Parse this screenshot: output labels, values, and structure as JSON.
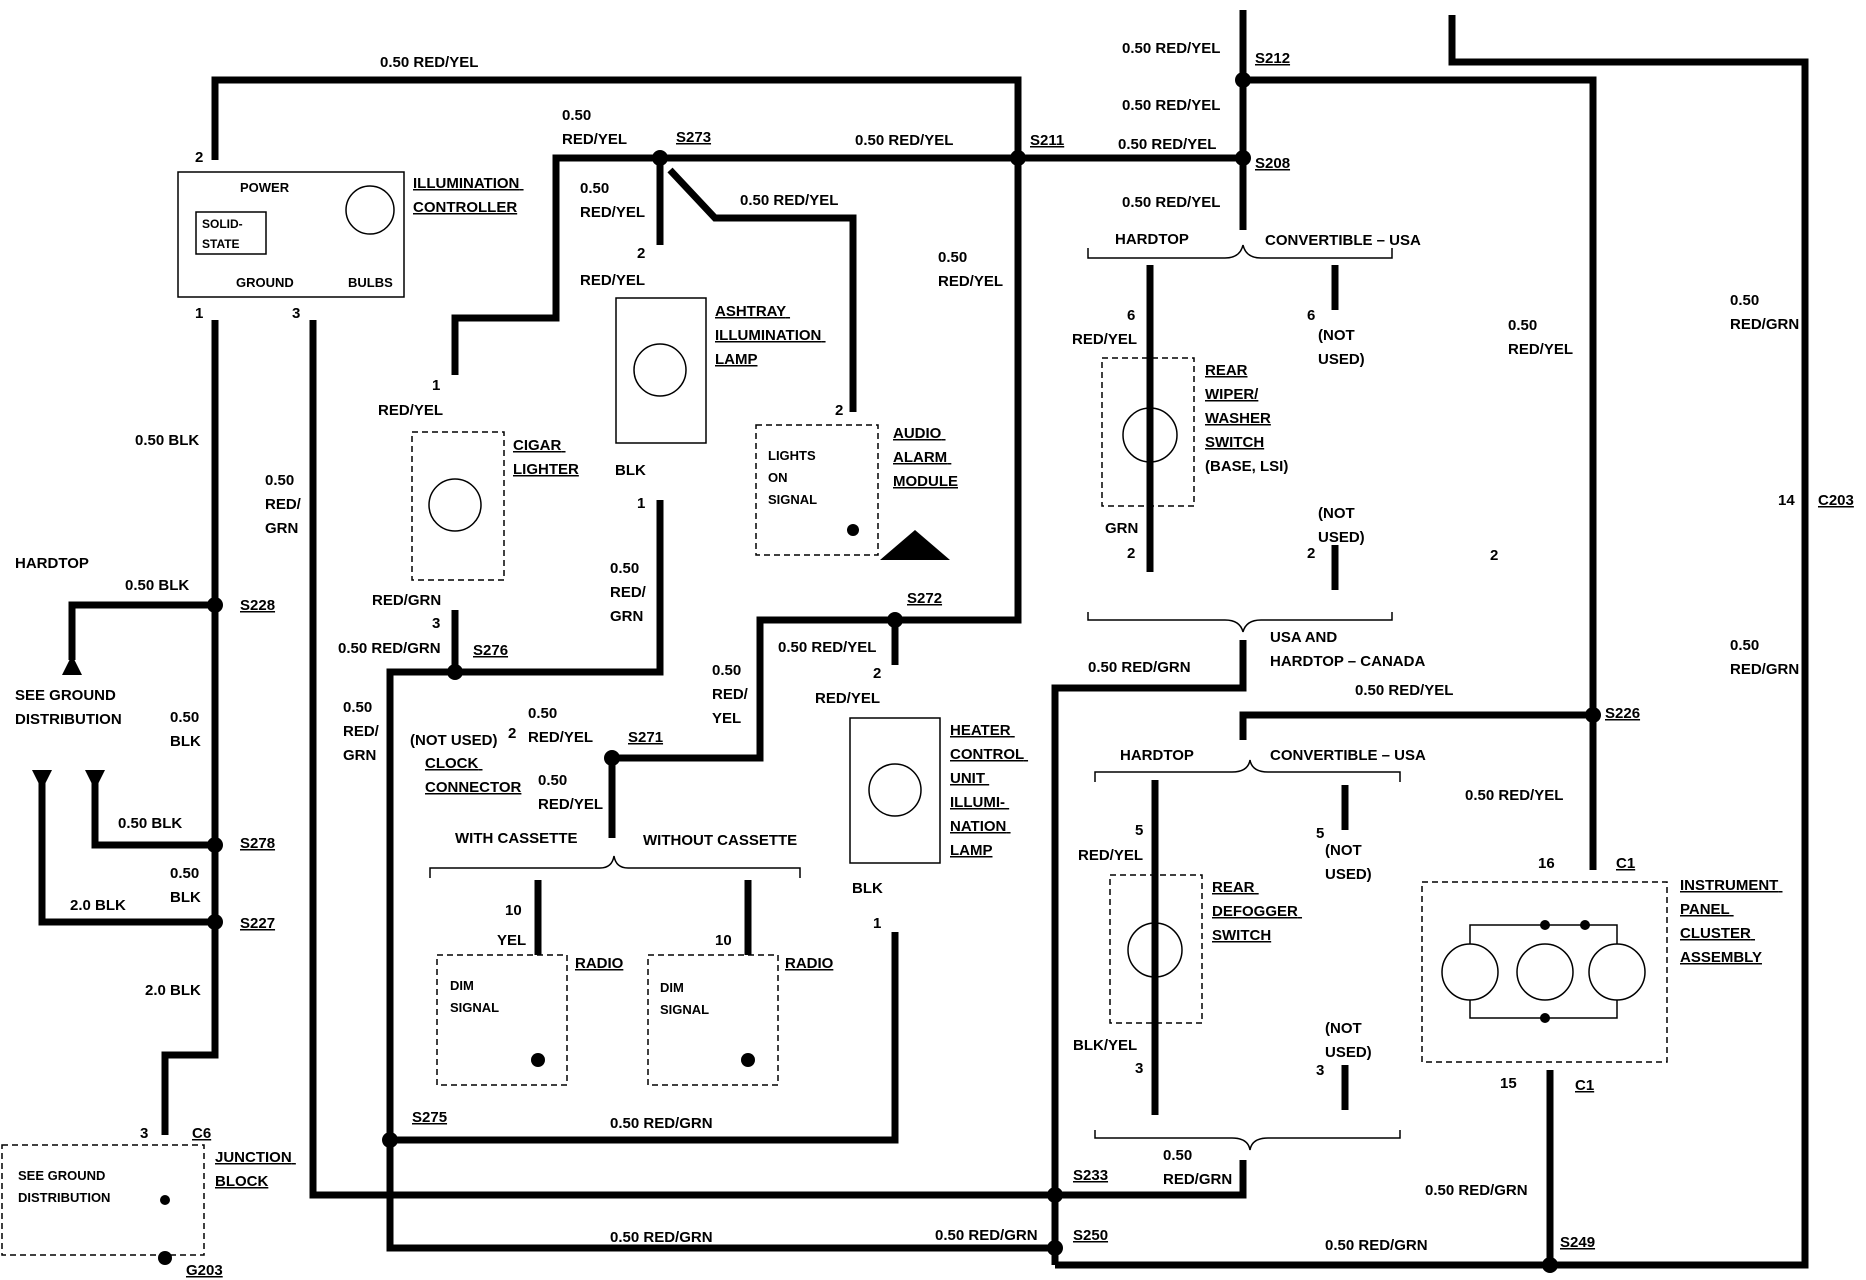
{
  "splices": {
    "s212": "S212",
    "s273": "S273",
    "s211": "S211",
    "s208": "S208",
    "s228": "S228",
    "s276": "S276",
    "s271": "S271",
    "s272": "S272",
    "s278": "S278",
    "s227": "S227",
    "s226": "S226",
    "s275": "S275",
    "s233": "S233",
    "s250": "S250",
    "s249": "S249",
    "g203": "G203"
  },
  "connectors": {
    "c203": "C203",
    "c6": "C6",
    "c1": "C1"
  },
  "wire_labels": {
    "red_yel_050": "0.50 RED/YEL",
    "red_grn_050": "0.50 RED/GRN",
    "blk_050": "0.50 BLK",
    "blk_20": "2.0 BLK",
    "red_grn_050_stack": [
      "0.50",
      "RED/",
      "GRN"
    ],
    "red_yel_050_stack": [
      "0.50",
      "RED/",
      "YEL"
    ],
    "red_yel_050_two": [
      "0.50",
      "RED/YEL"
    ],
    "red_grn_050_two": [
      "0.50",
      "RED/GRN"
    ],
    "blk_050_two": [
      "0.50",
      "BLK"
    ],
    "red_yel": "RED/YEL",
    "red_grn": "RED/GRN",
    "blk": "BLK",
    "grn": "GRN",
    "yel": "YEL",
    "blk_yel": "BLK/YEL"
  },
  "components": {
    "illumination_controller": [
      "ILLUMINATION",
      "CONTROLLER"
    ],
    "controller_power": "POWER",
    "controller_solid_state": [
      "SOLID-",
      "STATE"
    ],
    "controller_ground": "GROUND",
    "controller_bulbs": "BULBS",
    "ashtray_lamp": [
      "ASHTRAY",
      "ILLUMINATION",
      "LAMP"
    ],
    "cigar_lighter": [
      "CIGAR",
      "LIGHTER"
    ],
    "audio_alarm": [
      "AUDIO",
      "ALARM",
      "MODULE"
    ],
    "lights_on_signal": [
      "LIGHTS",
      "ON",
      "SIGNAL"
    ],
    "heater_lamp": [
      "HEATER",
      "CONTROL",
      "UNIT",
      "ILLUMI-",
      "NATION",
      "LAMP"
    ],
    "rear_wiper": [
      "REAR",
      "WIPER/",
      "WASHER",
      "SWITCH",
      "(BASE, LSI)"
    ],
    "rear_defogger": [
      "REAR",
      "DEFOGGER",
      "SWITCH"
    ],
    "instrument_cluster": [
      "INSTRUMENT",
      "PANEL",
      "CLUSTER",
      "ASSEMBLY"
    ],
    "junction_block": [
      "JUNCTION",
      "BLOCK"
    ],
    "see_ground": [
      "SEE GROUND",
      "DISTRIBUTION"
    ],
    "clock_connector": [
      "CLOCK",
      "CONNECTOR"
    ],
    "not_used_paren": "(NOT USED)",
    "not_used": [
      "(NOT",
      "USED)"
    ],
    "radio": "RADIO",
    "dim_signal": [
      "DIM",
      "SIGNAL"
    ],
    "hardtop": "HARDTOP",
    "convertible_usa": "CONVERTIBLE – USA",
    "usa_hardtop_canada": [
      "USA AND",
      "HARDTOP – CANADA"
    ],
    "with_cassette": "WITH CASSETTE",
    "without_cassette": "WITHOUT CASSETTE"
  },
  "pins": {
    "p1": "1",
    "p2": "2",
    "p3": "3",
    "p5": "5",
    "p6": "6",
    "p10": "10",
    "p14": "14",
    "p15": "15",
    "p16": "16"
  }
}
